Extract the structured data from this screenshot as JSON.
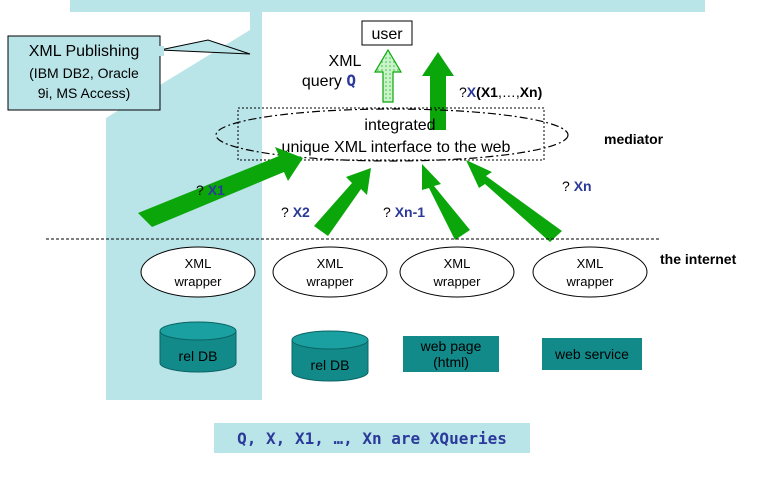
{
  "colors": {
    "highlight": "#b9e4e8",
    "box_fill": "#128a8a",
    "arrow_green": "#0aa60a",
    "arrow_pale": "#b6f0b6",
    "query_blue": "#2b3a9a"
  },
  "callout": {
    "title": "XML Publishing",
    "line2": "(IBM DB2, Oracle",
    "line3": "9i, MS Access)"
  },
  "user_box": {
    "label": "user"
  },
  "query": {
    "line1": "XML",
    "line2": "query",
    "symbol": "Q"
  },
  "result": {
    "prefix": "?",
    "x": "X",
    "open": "(",
    "x1": "X1",
    "sep": ",…,",
    "xn": "Xn",
    "close": ")"
  },
  "mediator": {
    "line1": "integrated",
    "line2": "unique XML interface to the web",
    "side_label": "mediator"
  },
  "subqueries": [
    {
      "q": "?",
      "x": "X1"
    },
    {
      "q": "?",
      "x": "X2"
    },
    {
      "q": "?",
      "x": "Xn-1"
    },
    {
      "q": "?",
      "x": "Xn"
    }
  ],
  "internet_label": "the internet",
  "wrappers": [
    {
      "line1": "XML",
      "line2": "wrapper"
    },
    {
      "line1": "XML",
      "line2": "wrapper"
    },
    {
      "line1": "XML",
      "line2": "wrapper"
    },
    {
      "line1": "XML",
      "line2": "wrapper"
    }
  ],
  "sources": [
    {
      "label": "rel DB"
    },
    {
      "label": "rel DB"
    },
    {
      "line1": "web page",
      "line2": "(html)"
    },
    {
      "label": "web service"
    }
  ],
  "footer": "Q, X, X1, …, Xn are XQueries"
}
